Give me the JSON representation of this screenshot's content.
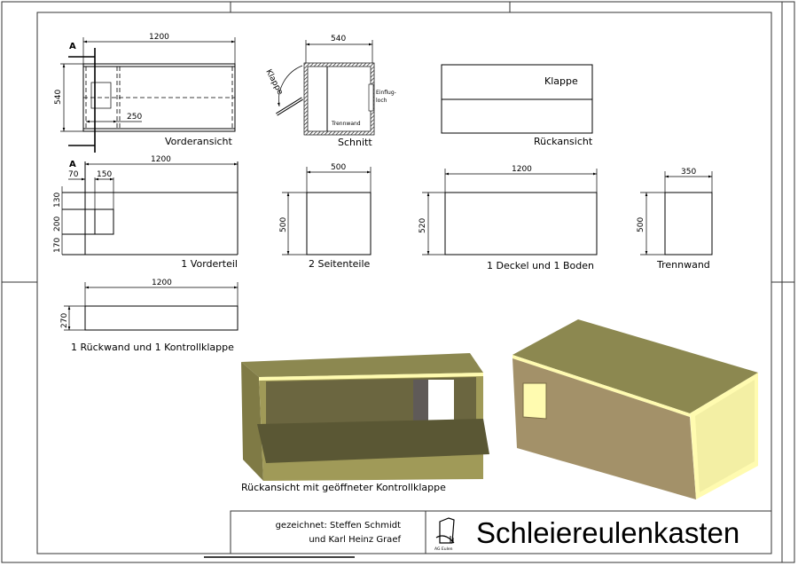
{
  "title": "Schleiereulenkasten",
  "drawn_by": {
    "line1": "gezeichnet: Steffen Schmidt",
    "line2": "und Karl Heinz Graef"
  },
  "logo": {
    "text": "AG Eulen"
  },
  "views": {
    "front": {
      "label": "Vorderansicht",
      "section_mark": "A",
      "width": "1200",
      "height": "540",
      "offset": "250"
    },
    "section": {
      "label": "Schnitt",
      "width": "540",
      "flap": "Klappe",
      "divider": "Trennwand",
      "hole_1": "Einflug-",
      "hole_2": "loch"
    },
    "back": {
      "label": "Rückansicht",
      "flap": "Klappe"
    }
  },
  "parts": {
    "front_panel": {
      "label": "1 Vorderteil",
      "section_mark": "A",
      "width": "1200",
      "d1": "70",
      "d2": "150",
      "h1": "130",
      "h2": "200",
      "h3": "170"
    },
    "side_panels": {
      "label": "2 Seitenteile",
      "width": "500",
      "height": "500"
    },
    "lid_bottom": {
      "label": "1 Deckel und 1 Boden",
      "width": "1200",
      "height": "520"
    },
    "divider": {
      "label": "Trennwand",
      "width": "350",
      "height": "500"
    },
    "back_panel": {
      "label": "1 Rückwand und 1 Kontrollklappe",
      "width": "1200",
      "height": "270"
    }
  },
  "render_caption": "Rückansicht mit geöffneter Kontrollklappe",
  "colors": {
    "wood_light": "#fffbb0",
    "wood_top": "#8c8850",
    "wood_side": "#a39169",
    "wood_dark": "#5a5734",
    "cavity": "#6b6640"
  }
}
